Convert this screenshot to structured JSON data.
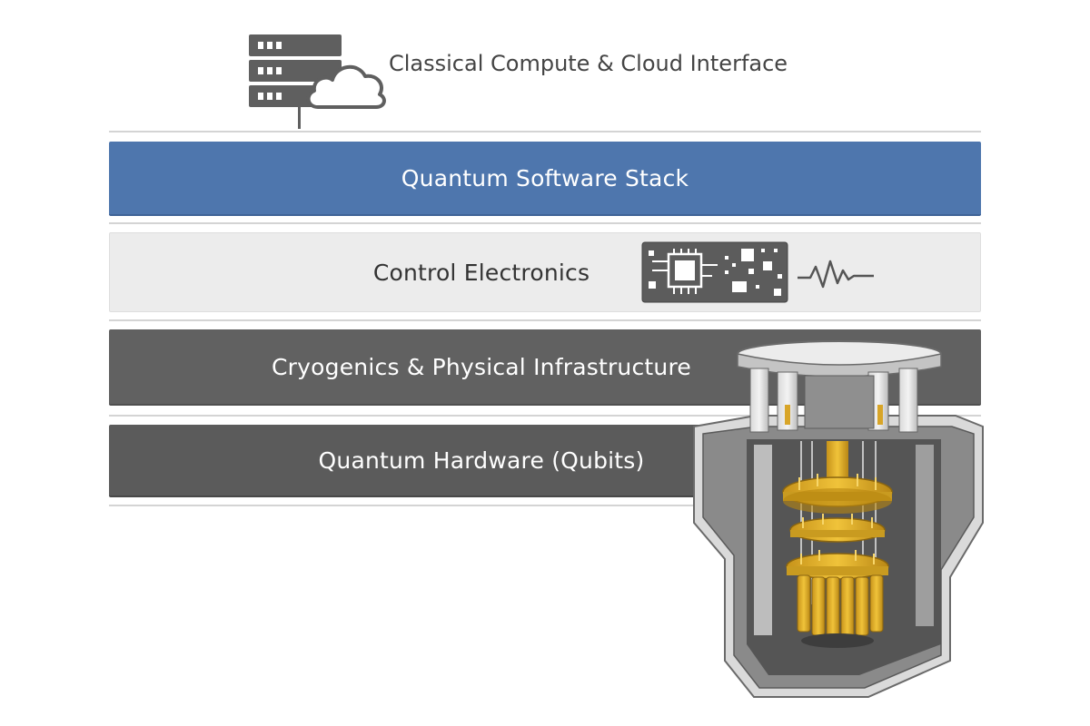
{
  "header": {
    "classical_label": "Classical Compute & Cloud Interface",
    "icons": [
      "server-rack-icon",
      "cloud-icon"
    ]
  },
  "layers": [
    {
      "label": "Quantum Software Stack",
      "color": "#4e76ad"
    },
    {
      "label": "Control Electronics",
      "color": "#ececec",
      "icons": [
        "circuit-board-icon",
        "waveform-icon"
      ]
    },
    {
      "label": "Cryogenics & Physical Infrastructure",
      "color": "#616161"
    },
    {
      "label": "Quantum Hardware (Qubits)",
      "color": "#5b5b5b"
    }
  ],
  "illustration": {
    "icon": "dilution-refrigerator-icon",
    "accent": "#e3b21f"
  }
}
